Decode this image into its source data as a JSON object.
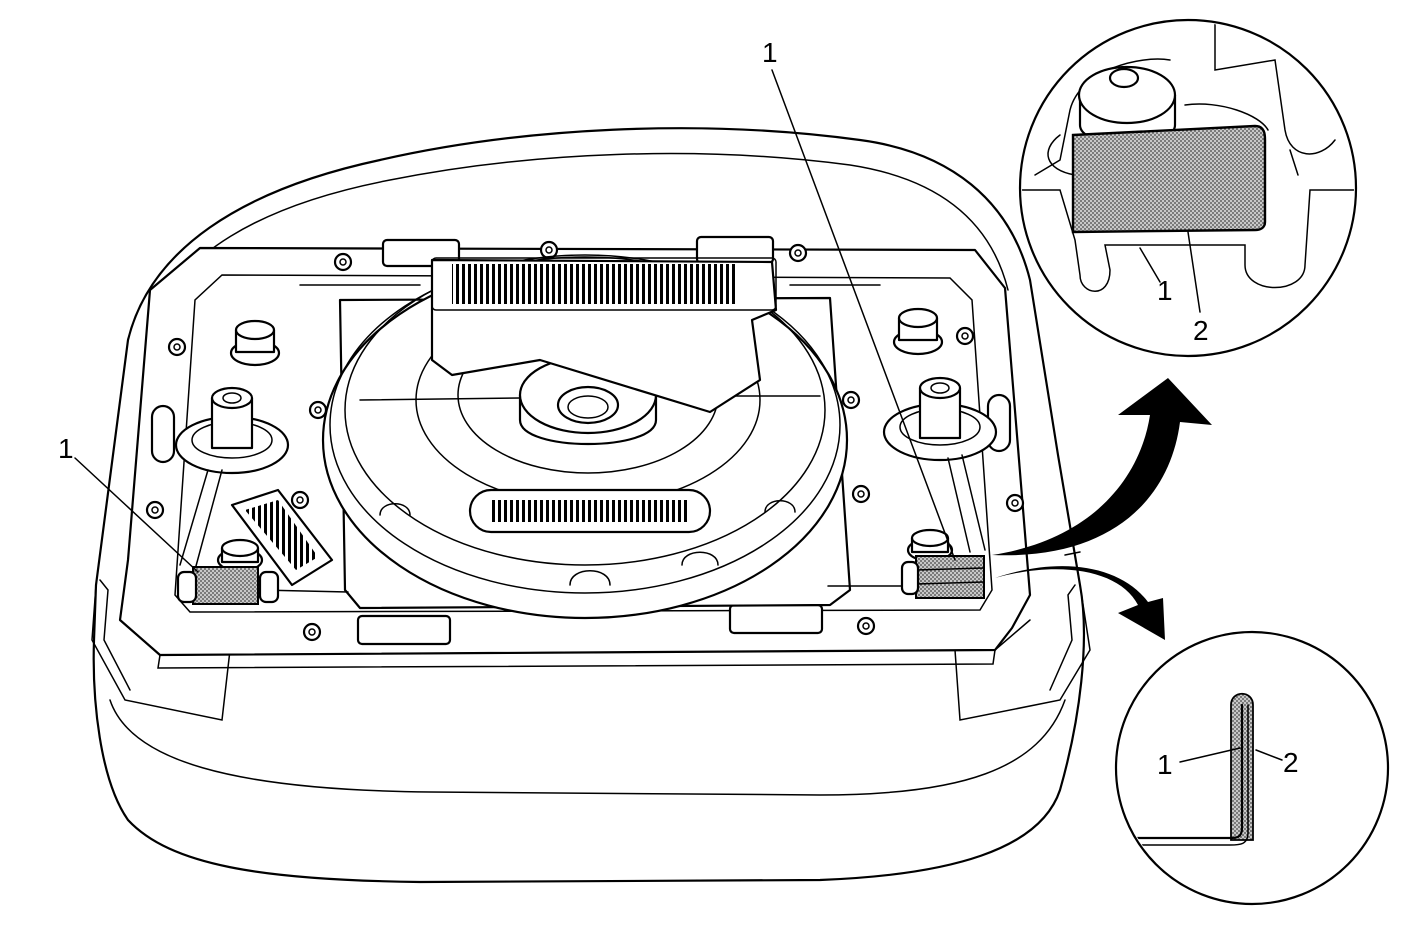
{
  "diagram": {
    "callouts": {
      "main_left": "1",
      "main_right": "1",
      "detail_top_1": "1",
      "detail_top_2": "2",
      "detail_bottom_1": "1",
      "detail_bottom_2": "2"
    },
    "icons": [
      "airbag-module-illustration",
      "barcode-label",
      "tape-strip",
      "curved-arrow",
      "detail-magnifier-circle"
    ],
    "colors": {
      "line": "#000000",
      "background": "#ffffff",
      "tape_fill": "#9a9a9a"
    }
  }
}
